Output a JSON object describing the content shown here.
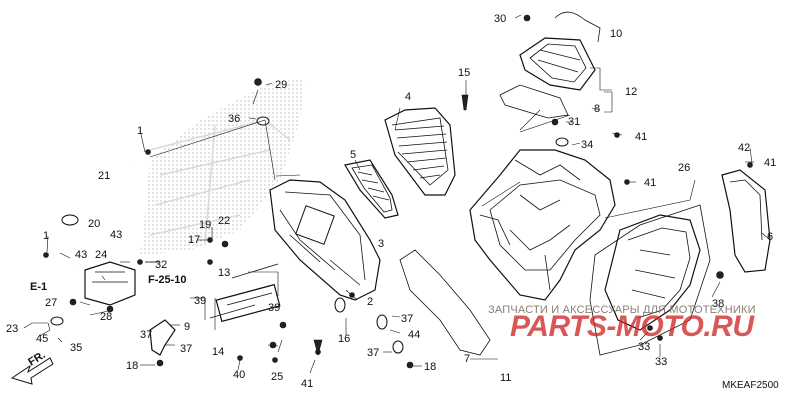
{
  "diagram": {
    "labels": [
      "1",
      "1",
      "2",
      "3",
      "4",
      "5",
      "6",
      "7",
      "8",
      "9",
      "10",
      "11",
      "12",
      "13",
      "14",
      "15",
      "16",
      "17",
      "18",
      "18",
      "19",
      "20",
      "21",
      "22",
      "23",
      "24",
      "25",
      "26",
      "27",
      "28",
      "29",
      "30",
      "31",
      "32",
      "33",
      "33",
      "34",
      "35",
      "36",
      "37",
      "37",
      "37",
      "37",
      "38",
      "39",
      "39",
      "40",
      "41",
      "41",
      "41",
      "41",
      "42",
      "43",
      "43",
      "44",
      "45"
    ],
    "references": [
      "E-1",
      "F-25-10"
    ],
    "direction_label": "FR.",
    "figure_code": "MKEAF2500",
    "watermark_text": "ЗАПЧАСТИ И АКСЕССУАРЫ ДЛЯ МОТОТЕХНИКИ",
    "watermark_logo": "PARTS-MOTO.RU"
  }
}
